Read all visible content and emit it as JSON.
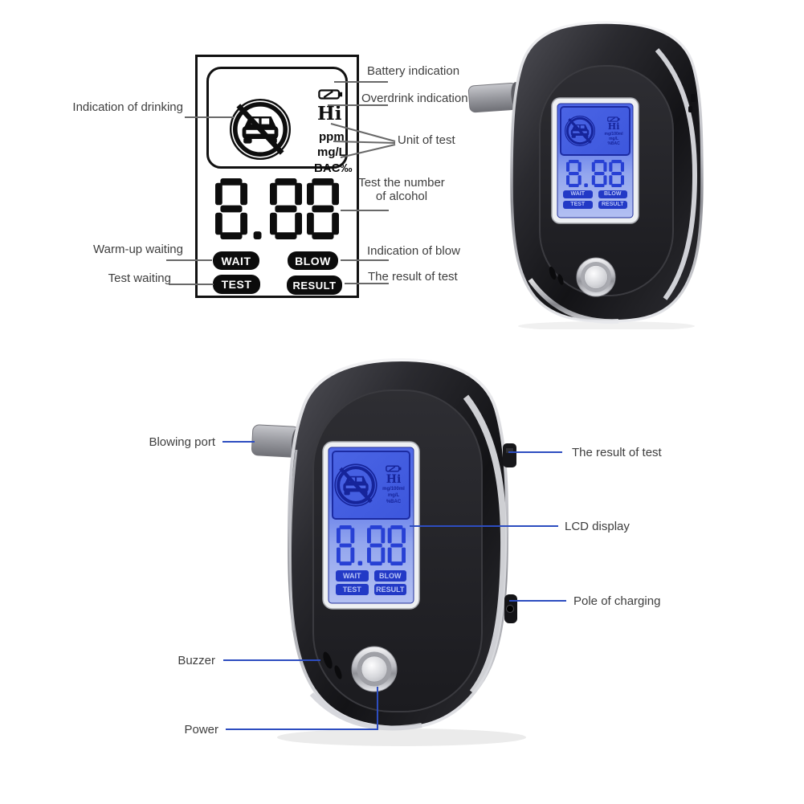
{
  "diagram": {
    "labels": {
      "indication_of_drinking": "Indication of drinking",
      "battery_indication": "Battery indication",
      "overdrink_indication": "Overdrink indication",
      "unit_of_test": "Unit of test",
      "test_number_line1": "Test the number",
      "test_number_line2": "of alcohol",
      "warm_up_waiting": "Warm-up waiting",
      "test_waiting": "Test waiting",
      "indication_of_blow": "Indication of blow",
      "result_of_test": "The result of test"
    },
    "lcd": {
      "overdrink": "Hi",
      "units": [
        "ppm",
        "mg/L",
        "BAC‰"
      ],
      "value": "8.88",
      "badges": [
        "WAIT",
        "BLOW",
        "TEST",
        "RESULT"
      ]
    }
  },
  "device_lcd": {
    "overdrink": "Hi",
    "units": [
      "mg/100ml",
      "mg/L",
      "%BAC"
    ],
    "value": "8.88",
    "badges": [
      "WAIT",
      "BLOW",
      "TEST",
      "RESULT"
    ]
  },
  "photo_labels": {
    "blowing_port": "Blowing port",
    "result_of_test": "The result of test",
    "lcd_display": "LCD display",
    "pole_of_charging": "Pole of charging",
    "buzzer": "Buzzer",
    "power": "Power"
  },
  "icons": {
    "no_driving": "no-driving-car-icon",
    "battery": "battery-icon"
  },
  "colors": {
    "callout_blue": "#2d4dc0",
    "callout_gray": "#686868",
    "lcd_screen_blue": "#4a64e4",
    "lcd_ink": "#2740d4",
    "device_body": "#1a1a1e",
    "chrome": "#d6d7db"
  }
}
